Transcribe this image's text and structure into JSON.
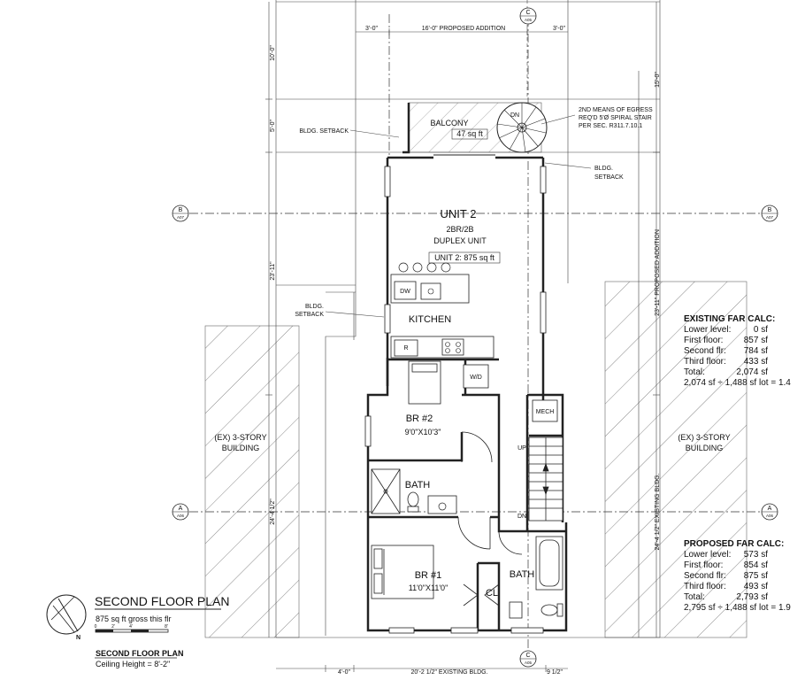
{
  "title": {
    "main": "SECOND FLOOR PLAN",
    "gross": "875 sq ft gross this flr",
    "scale_ticks": [
      "0",
      "2'",
      "4'",
      "8'"
    ],
    "north": "N",
    "sub": "SECOND FLOOR PLAN",
    "ceiling": "Ceiling Height = 8'-2\""
  },
  "rooms": {
    "balcony": "BALCONY",
    "balcony_area": "47 sq ft",
    "unit": "UNIT 2",
    "unit_type_1": "2BR/2B",
    "unit_type_2": "DUPLEX UNIT",
    "unit_area": "UNIT 2: 875 sq ft",
    "kitchen": "KITCHEN",
    "dw": "DW",
    "range": "R",
    "wd": "W/D",
    "br2": "BR #2",
    "br2_size": "9'0\"X10'3\"",
    "bath_a": "BATH",
    "br1": "BR #1",
    "br1_size": "11'0\"X11'0\"",
    "cl": "CL",
    "bath_b": "BATH",
    "mech": "MECH",
    "up": "UP",
    "dn": "DN",
    "dn_stair": "DN"
  },
  "notes": {
    "setback_a": "BLDG. SETBACK",
    "setback_b_1": "BLDG.",
    "setback_b_2": "SETBACK",
    "setback_c_1": "BLDG.",
    "setback_c_2": "SETBACK",
    "egress_1": "2ND MEANS OF EGRESS",
    "egress_2": "REQ'D 5'Ø SPIRAL STAIR",
    "egress_3": "PER SEC. R311.7.10.1",
    "ex_left_1": "(EX) 3-STORY",
    "ex_left_2": "BUILDING",
    "ex_right_1": "(EX) 3-STORY",
    "ex_right_2": "BUILDING"
  },
  "dimensions": {
    "top_left": "3'-0\"",
    "top_mid": "16'-0\" PROPOSED ADDITION",
    "top_right": "3'-0\"",
    "left_1": "10'-0\"",
    "left_2": "5'-0\"",
    "left_3": "23'-11\"",
    "left_4": "24'-4 1/2\"",
    "right_1": "15'-0\"",
    "right_2": "23'-11\" PROPOSED ADDITION",
    "right_3": "24'-4 1/2\" EXISTING BLDG.",
    "bottom_left": "4'-0\"",
    "bottom_mid": "20'-2 1/2\" EXISTING BLDG.",
    "bottom_right": "9 1/2\""
  },
  "grid_tags": {
    "b_letter": "B",
    "b_sheet": "A07",
    "a_letter": "A",
    "a_sheet": "A06",
    "c_letter": "C",
    "c_sheet": "A05"
  },
  "far_existing": {
    "title": "EXISTING FAR CALC:",
    "rows": [
      {
        "label": "Lower level:",
        "value": "0 sf"
      },
      {
        "label": "First floor:",
        "value": "857 sf"
      },
      {
        "label": "Second flr:",
        "value": "784 sf"
      },
      {
        "label": "Third floor:",
        "value": "433 sf"
      },
      {
        "label": "Total:",
        "value": "2,074 sf"
      }
    ],
    "ratio": "2,074 sf ÷ 1,488 sf lot = 1.4"
  },
  "far_proposed": {
    "title": "PROPOSED FAR CALC:",
    "rows": [
      {
        "label": "Lower level:",
        "value": "573 sf"
      },
      {
        "label": "First floor:",
        "value": "854 sf"
      },
      {
        "label": "Second flr:",
        "value": "875 sf"
      },
      {
        "label": "Third floor:",
        "value": "493 sf"
      },
      {
        "label": "Total:",
        "value": "2,793 sf"
      }
    ],
    "ratio": "2,795 sf ÷ 1,488 sf lot = 1.9"
  }
}
